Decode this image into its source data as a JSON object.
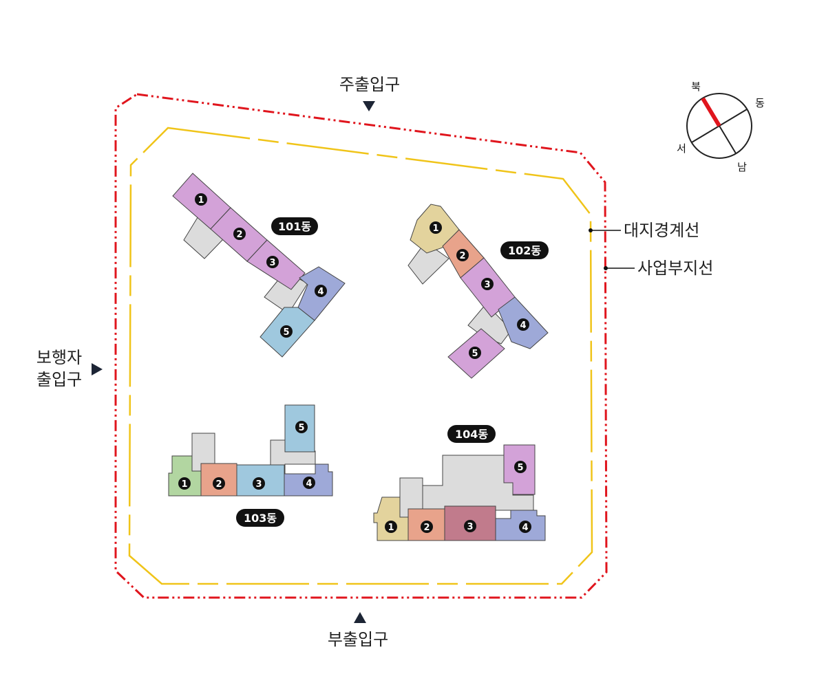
{
  "labels": {
    "main_entrance": "주출입구",
    "sub_entrance": "부출입구",
    "pedestrian_line1": "보행자",
    "pedestrian_line2": "출입구",
    "site_boundary": "대지경계선",
    "project_boundary": "사업부지선"
  },
  "compass": {
    "north": "북",
    "east": "동",
    "west": "서",
    "south": "남"
  },
  "buildings": {
    "b101": "101동",
    "b102": "102동",
    "b103": "103동",
    "b104": "104동"
  },
  "units": [
    "1",
    "2",
    "3",
    "4",
    "5"
  ],
  "colors": {
    "project_line": "#e0151d",
    "site_line": "#f0c419",
    "purple": "#d3a2d8",
    "blue": "#9ea9d8",
    "skyblue": "#9fc8de",
    "beige": "#e3d39d",
    "salmon": "#e8a38b",
    "green": "#b2d6a1",
    "rose": "#c17b8c",
    "core": "#dcdcdc",
    "marker": "#1d2535"
  }
}
